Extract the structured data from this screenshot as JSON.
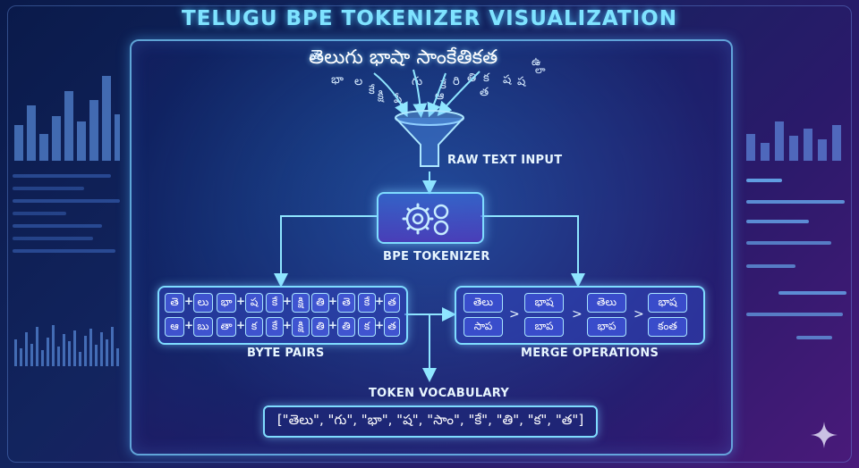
{
  "title": "TELUGU BPE TOKENIZER VISUALIZATION",
  "input_text": "తెలుగు భాషా సాంకేతికత",
  "scattered_glyphs": [
    "తె",
    "భా",
    "ల",
    "కే",
    "క్షి",
    "షే",
    "గు",
    "కే",
    "ఆ",
    "రి",
    "తి",
    "త",
    "క",
    "ష",
    "ష",
    "ఉ",
    "లా"
  ],
  "labels": {
    "raw_input": "RAW TEXT INPUT",
    "tokenizer": "BPE TOKENIZER",
    "byte_pairs": "BYTE PAIRS",
    "merge_ops": "MERGE OPERATIONS",
    "vocab": "TOKEN VOCABULARY"
  },
  "byte_pairs": {
    "row1": [
      "తె",
      "+",
      "లు",
      "భా",
      "+",
      "ష",
      "కే",
      "+",
      "క్షి",
      "తి",
      "+",
      "తె",
      "కే",
      "+",
      "త"
    ],
    "row2": [
      "ఆ",
      "+",
      "బు",
      "తా",
      "+",
      "క",
      "కే",
      "+",
      "క్షి",
      "తి",
      "+",
      "తి",
      "క",
      "+",
      "త"
    ]
  },
  "merge_operations": {
    "row1": [
      "తెలు",
      "భాష",
      "తెలు",
      "భాష"
    ],
    "row2": [
      "సాప",
      "బాప",
      "భాప",
      "కంత"
    ],
    "separator": ">"
  },
  "vocabulary_text": "[\"తెలు\", \"గు\", \"భా\", \"ష\", \"సాం\", \"కే\", \"తి\", \"క\", \"త\"]",
  "colors": {
    "accent": "#7fdcff",
    "title": "#7fe3ff",
    "arrow": "#8fe6ff"
  }
}
